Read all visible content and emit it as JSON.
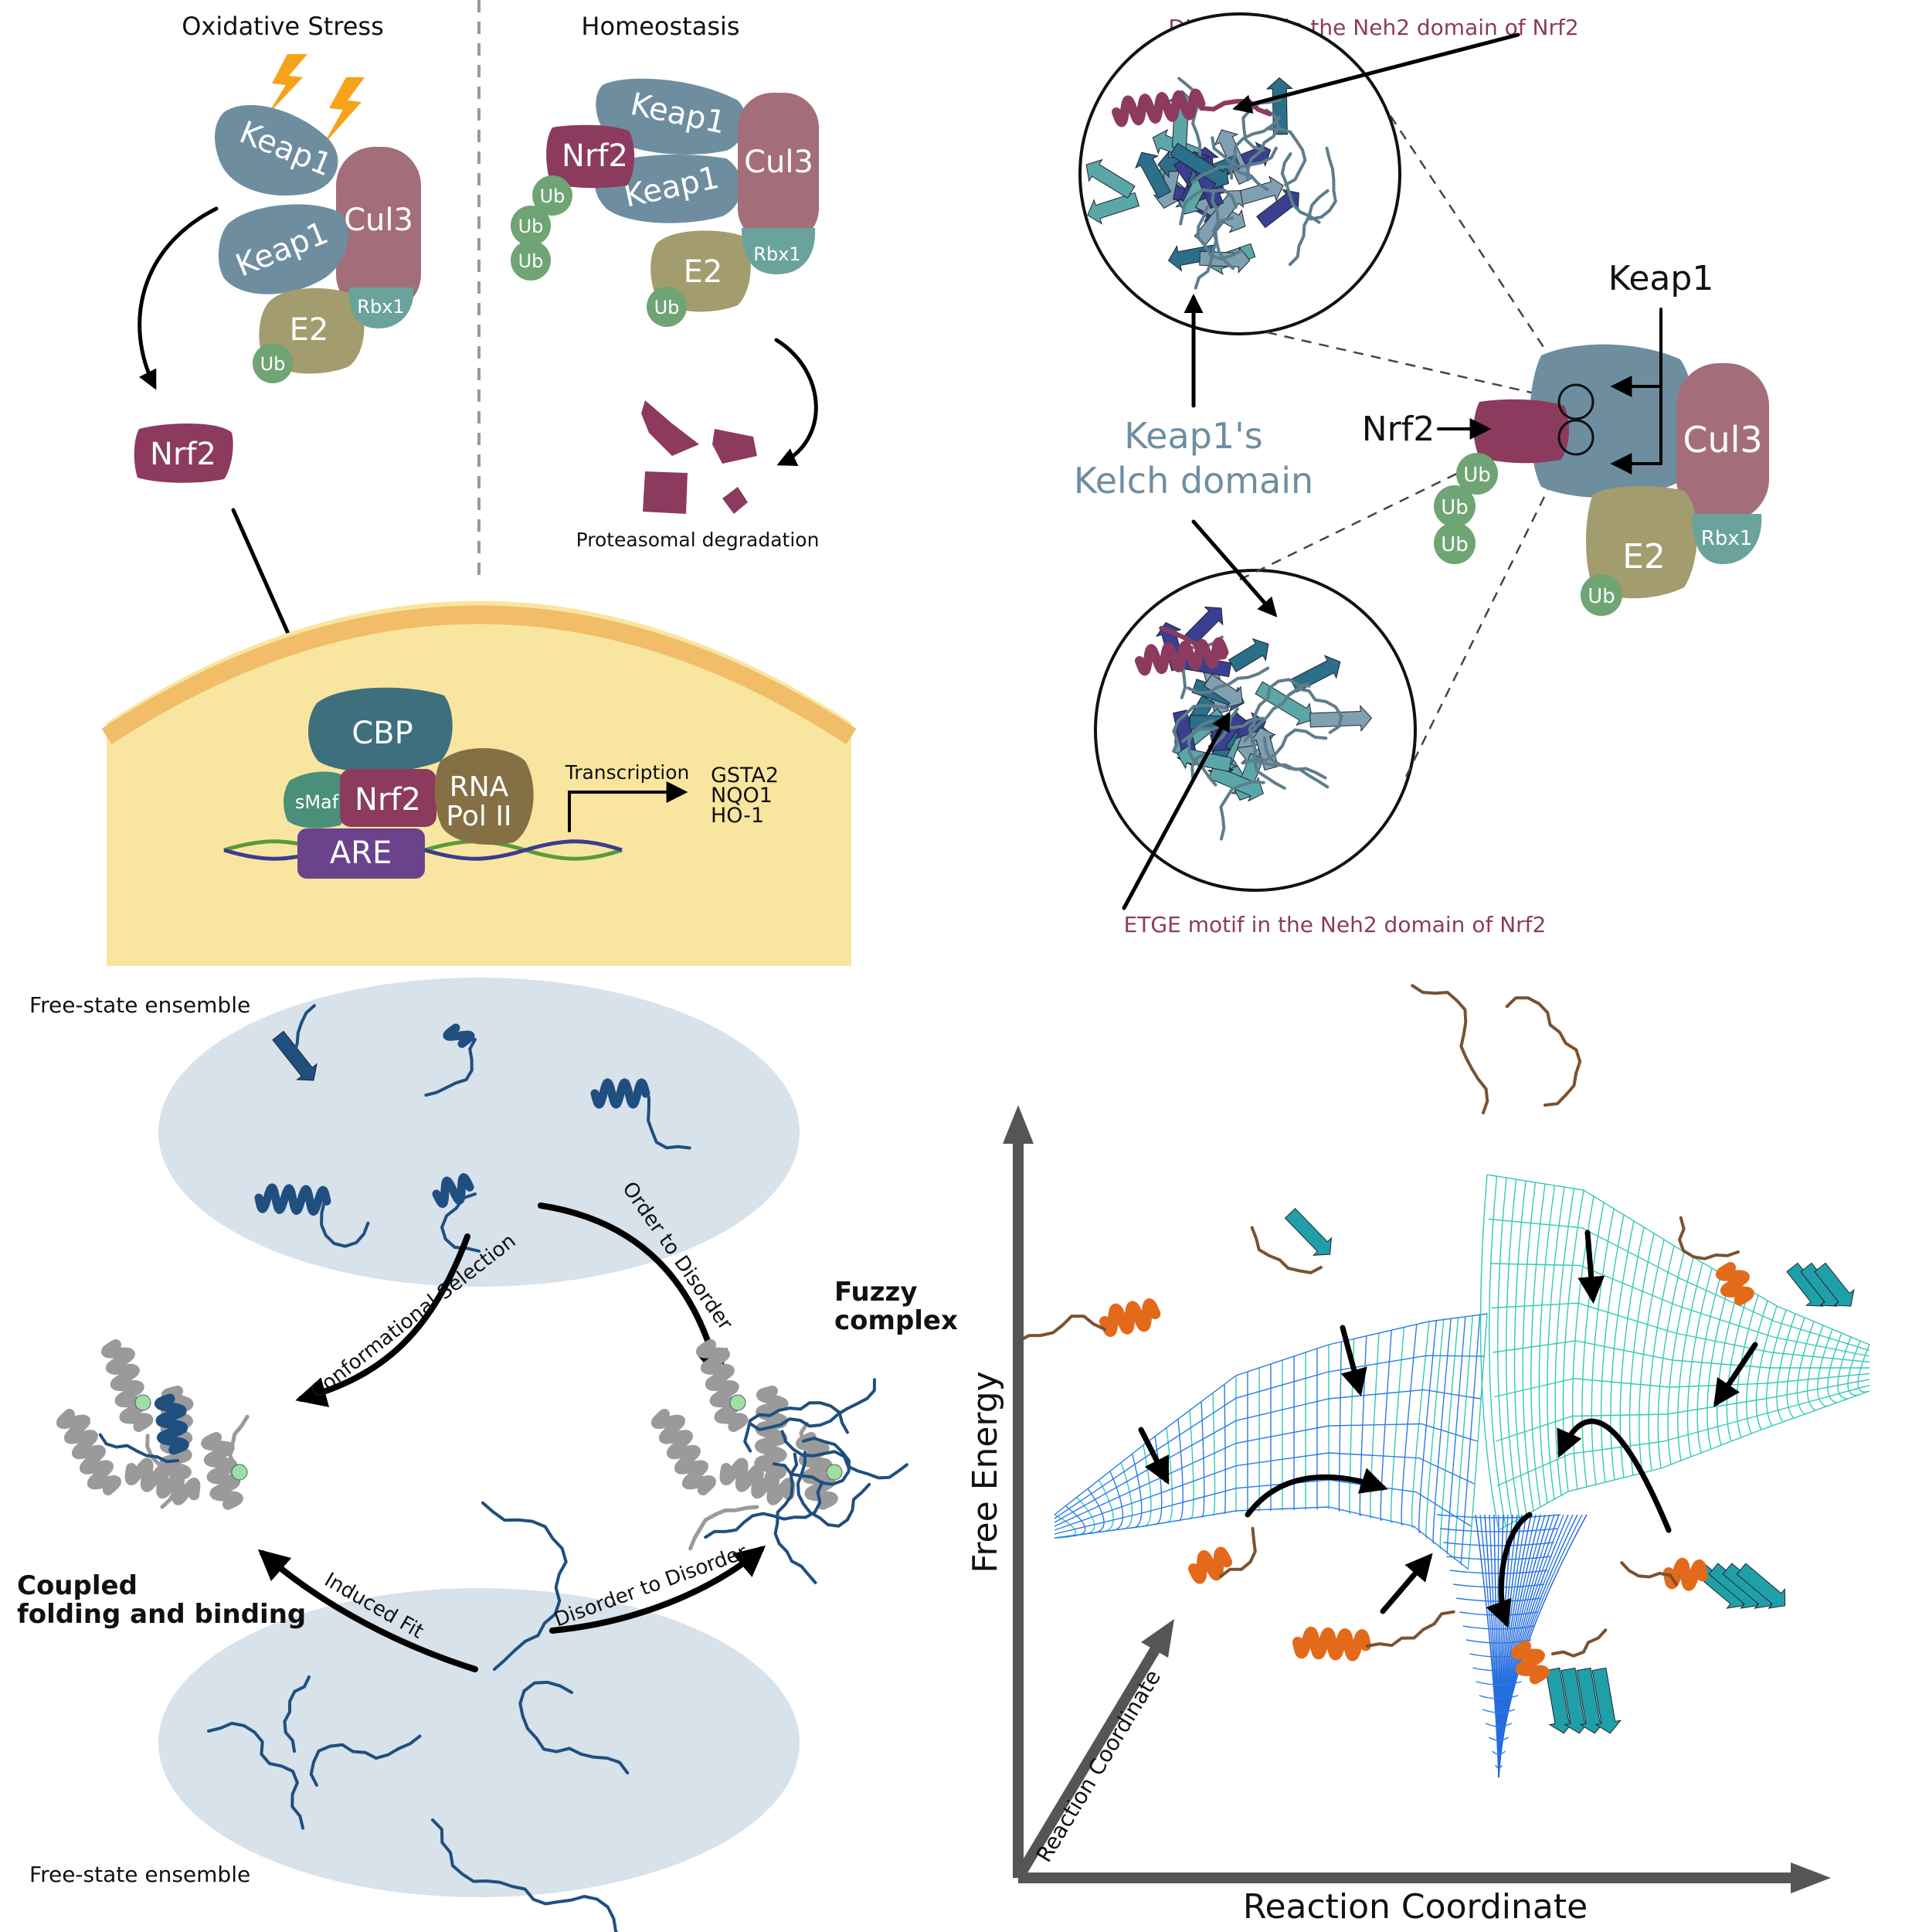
{
  "colors": {
    "keap1": "#6e8ea0",
    "cul3": "#a36e7a",
    "nrf2": "#8c3b5e",
    "e2": "#a39c6e",
    "rbx1": "#6aa39c",
    "ub": "#6fa475",
    "cbp": "#3d6f7d",
    "smaf": "#4a8f7a",
    "rnapol": "#857045",
    "are": "#6a438c",
    "nucleus_fill": "#f8e6a0",
    "nucleus_edge": "#f1bd68",
    "ensemble": "#d7e2eb",
    "mesh_blue": "#2a7be6",
    "mesh_teal": "#33c9b8",
    "bolt": "#f7a21b",
    "motif_text": "#8c3b5e",
    "kelch_text": "#6e8ea0"
  },
  "panel_a": {
    "oxidative_title": "Oxidative Stress",
    "homeostasis_title": "Homeostasis",
    "keap1": "Keap1",
    "cul3": "Cul3",
    "e2": "E2",
    "rbx1": "Rbx1",
    "ub": "Ub",
    "nrf2": "Nrf2",
    "degradation": "Proteasomal degradation",
    "cbp": "CBP",
    "smaf": "sMaf",
    "rna_pol_line1": "RNA",
    "rna_pol_line2": "Pol II",
    "are": "ARE",
    "transcription": "Transcription",
    "genes": [
      "GSTA2",
      "NQO1",
      "HO-1"
    ]
  },
  "panel_b": {
    "dlg_motif": "DLG motif in the Neh2 domain of Nrf2",
    "etge_motif": "ETGE motif in the Neh2 domain of Nrf2",
    "kelch_line1": "Keap1's",
    "kelch_line2": "Kelch domain",
    "keap1": "Keap1",
    "nrf2": "Nrf2",
    "cul3": "Cul3",
    "e2": "E2",
    "rbx1": "Rbx1",
    "ub": "Ub"
  },
  "panel_c": {
    "free_state_top": "Free-state ensemble",
    "free_state_bottom": "Free-state ensemble",
    "conformational_selection": "Conformational Selection",
    "order_to_disorder": "Order to Disorder",
    "induced_fit": "Induced Fit",
    "disorder_to_disorder": "Disorder to Disorder",
    "fuzzy_line1": "Fuzzy",
    "fuzzy_line2": "complex",
    "coupled_line1": "Coupled",
    "coupled_line2": "folding and binding"
  },
  "panel_d": {
    "y_axis": "Free Energy",
    "x_axis": "Reaction Coordinate",
    "z_axis": "Reaction Coordinate"
  }
}
